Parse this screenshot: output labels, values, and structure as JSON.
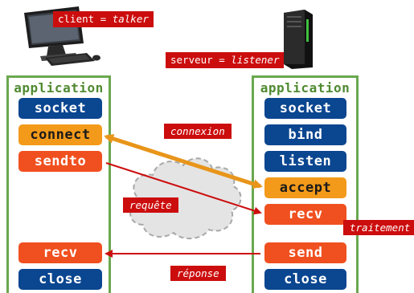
{
  "client_label": {
    "prefix": "client = ",
    "role": "talker"
  },
  "server_label": {
    "prefix": "serveur = ",
    "role": "listener"
  },
  "client": {
    "title": "application",
    "steps": [
      "socket",
      "connect",
      "sendto",
      "recv",
      "close"
    ]
  },
  "server": {
    "title": "application",
    "steps": [
      "socket",
      "bind",
      "listen",
      "accept",
      "recv",
      "send",
      "close"
    ]
  },
  "arrows": {
    "connexion": "connexion",
    "requete": "requête",
    "traitement": "traitement",
    "reponse": "réponse"
  },
  "icons": [
    "desktop-computer-icon",
    "server-tower-icon",
    "cloud-network-icon"
  ],
  "colors": {
    "frame": "#6aa84f",
    "blue": "#0b4690",
    "orange": "#f39a1b",
    "red": "#f0501f",
    "label": "#cc0d0d"
  }
}
